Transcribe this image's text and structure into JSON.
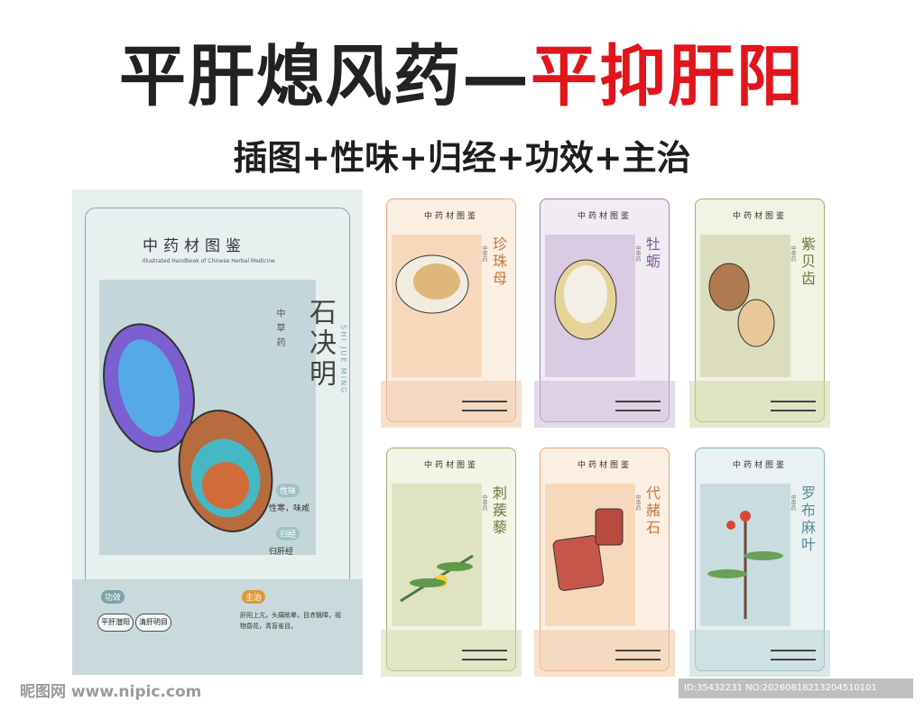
{
  "title": {
    "main": "平肝熄风药",
    "dash": "—",
    "accent": "平抑肝阳",
    "accent_color": "#e0161c"
  },
  "subtitle": "插图+性味+归经+功效+主治",
  "big_card": {
    "header": "中药材图鉴",
    "header_en": "Illustrated Handbook of Chinese Herbal Medicine",
    "name": "石决明",
    "pinyin": "SHI JUE MING",
    "type": "中草药",
    "xingwei_label": "性味",
    "xingwei_value": "性寒，味咸",
    "guijing_label": "归经",
    "guijing_value": "归肝经",
    "gongxiao_label": "功效",
    "gongxiao_items": [
      "平肝潜阳",
      "清肝明目"
    ],
    "zhuzhi_label": "主治",
    "zhuzhi_value": "肝阳上亢，头痛眩晕，目赤翳障，视物昏花，青盲雀目。",
    "bg_color": "#e7efef"
  },
  "cards": [
    {
      "header": "中药材图鉴",
      "name": "珍珠母",
      "type": "中草药",
      "color": "#e6a77a",
      "bg": "#fbeee3"
    },
    {
      "header": "中药材图鉴",
      "name": "牡蛎",
      "type": "中草药",
      "color": "#9c85b0",
      "bg": "#f1ebf3"
    },
    {
      "header": "中药材图鉴",
      "name": "紫贝齿",
      "type": "中草药",
      "color": "#9fb06a",
      "bg": "#f1f3e4"
    },
    {
      "header": "中药材图鉴",
      "name": "刺蒺藜",
      "type": "中草药",
      "color": "#9fb06a",
      "bg": "#f2f4e6"
    },
    {
      "header": "中药材图鉴",
      "name": "代赭石",
      "type": "中草药",
      "color": "#e6a77a",
      "bg": "#fbefe4"
    },
    {
      "header": "中药材图鉴",
      "name": "罗布麻叶",
      "type": "中草药",
      "color": "#8ab0b8",
      "bg": "#e9f1f2"
    }
  ],
  "watermark_left": "昵图网 www.nipic.com",
  "watermark_right": "ID:35432231 NO:20260818213204510101"
}
